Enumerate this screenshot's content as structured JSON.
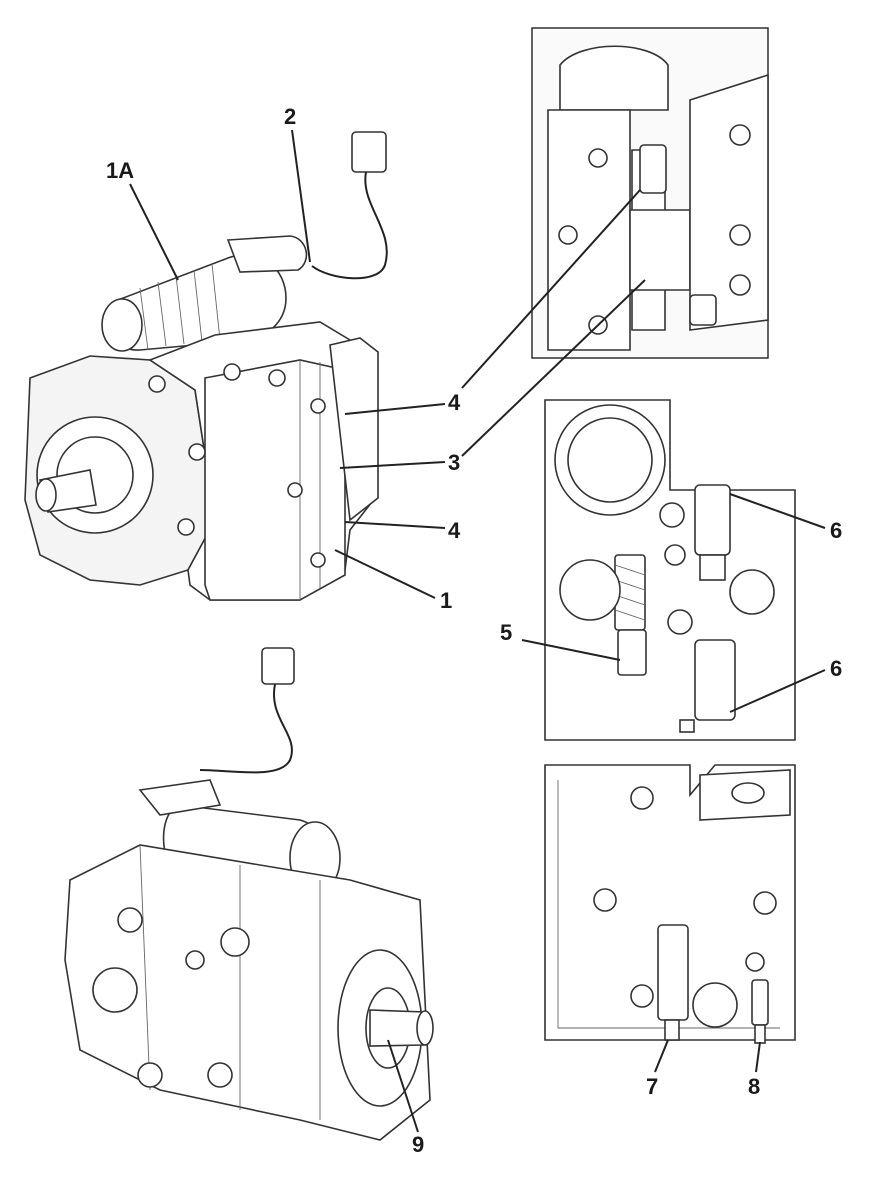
{
  "callouts": {
    "c1A": "1A",
    "c2": "2",
    "c4a": "4",
    "c3": "3",
    "c4b": "4",
    "c1": "1",
    "c6a": "6",
    "c5": "5",
    "c6b": "6",
    "c7": "7",
    "c8": "8",
    "c9": "9"
  }
}
